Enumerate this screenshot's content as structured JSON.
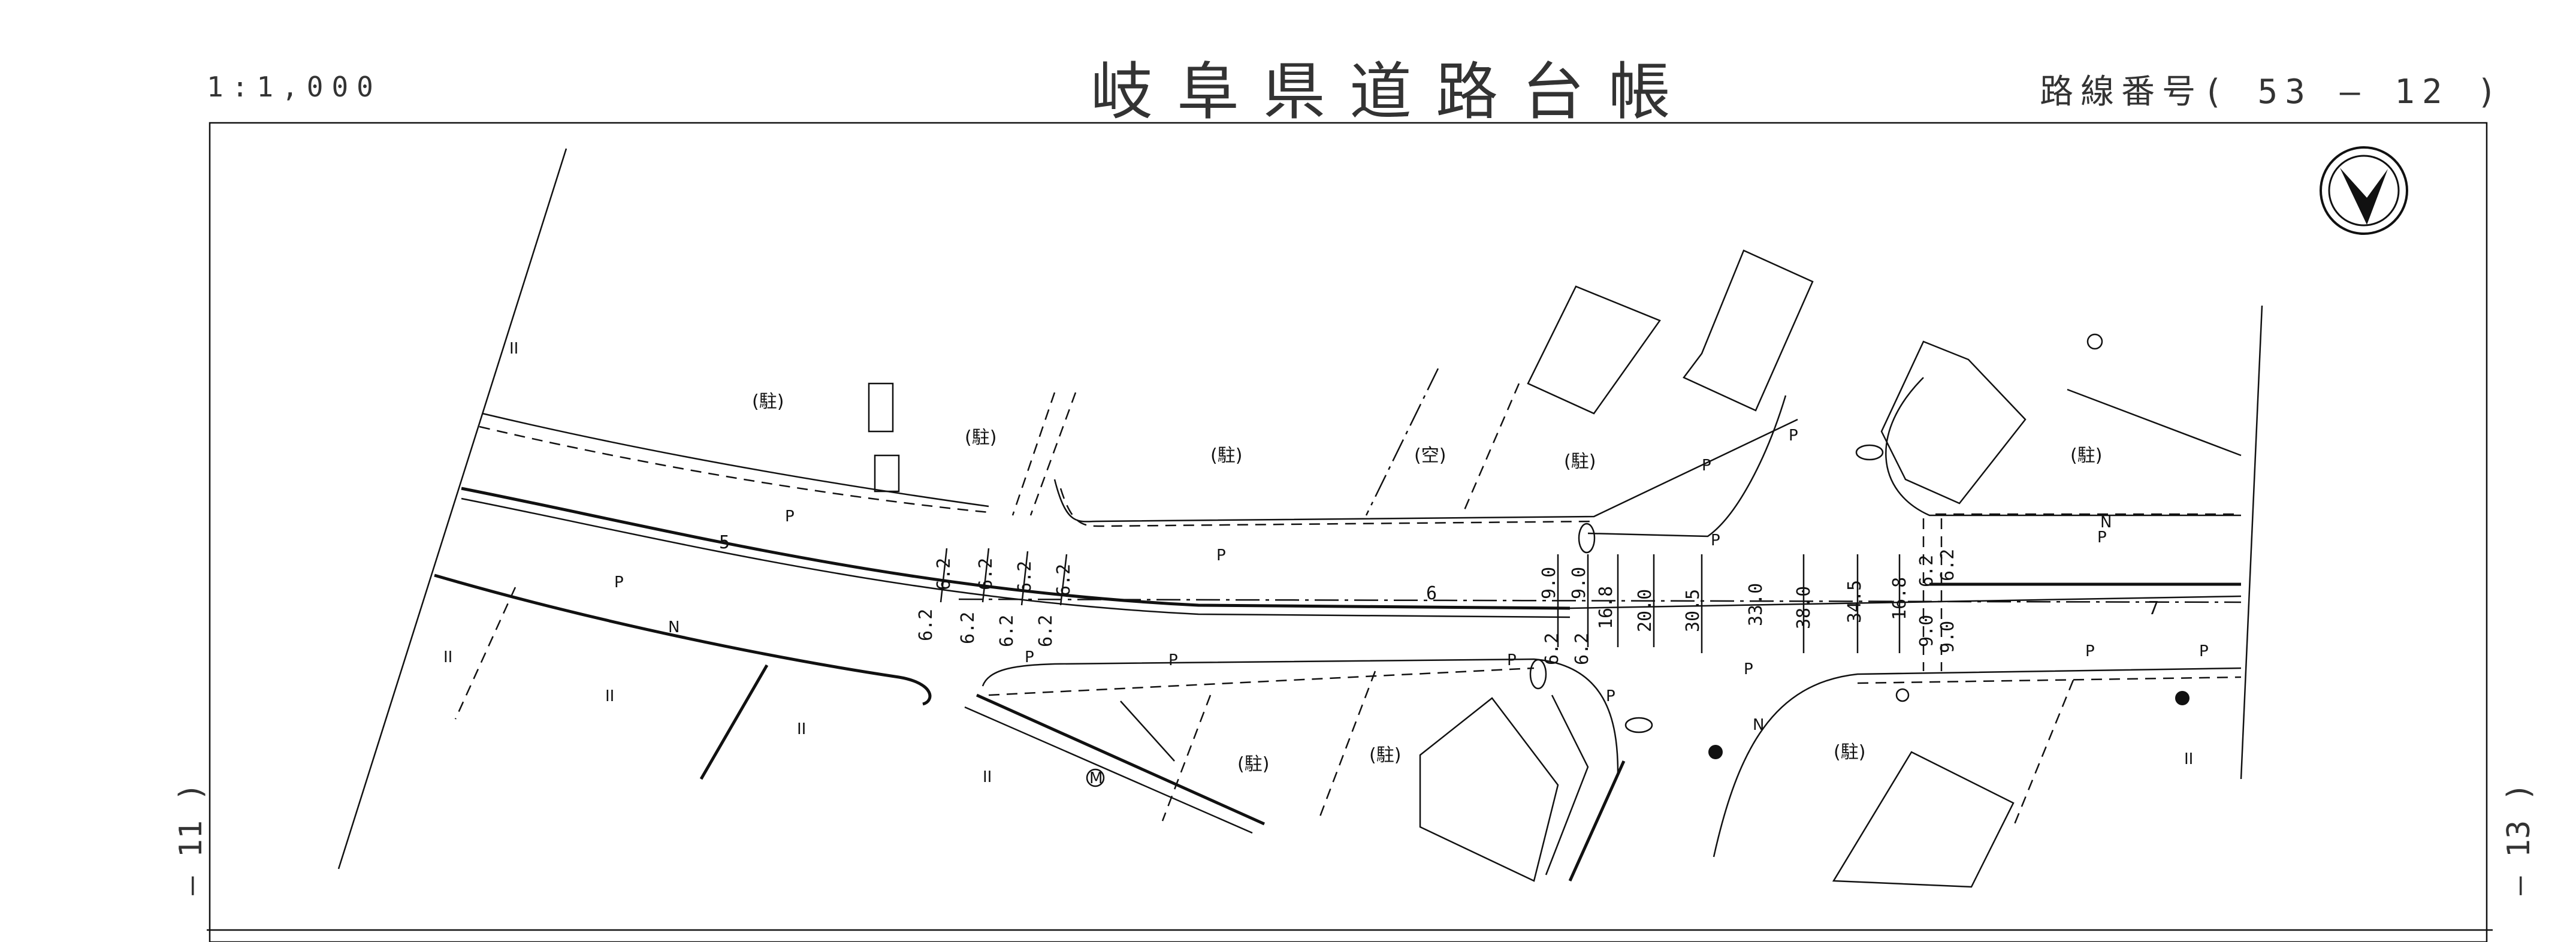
{
  "header": {
    "scale": "1:1,000",
    "title": "岐阜県道路台帳",
    "route_number": "路線番号( 53 — 12 )"
  },
  "sheet_refs": {
    "left": "— 11 )",
    "right": "— 13 )"
  },
  "map": {
    "north_arrow_icon": "north-arrow-icon",
    "parking_label": "(駐)",
    "vacant_label": "(空)",
    "post_marker": "P",
    "marker_N": "N",
    "marker_II": "II",
    "manhole_label": "M",
    "station_labels": [
      "5",
      "6",
      "7"
    ],
    "widths_left": [
      "6.2",
      "6.2",
      "6.2",
      "6.2",
      "6.2",
      "6.2",
      "6.2",
      "6.2"
    ],
    "widths_center": [
      "9.0",
      "9.0",
      "16.8",
      "20.0",
      "30.5",
      "33.0",
      "6.2",
      "6.2"
    ],
    "widths_right": [
      "38.0",
      "34.5",
      "16.8",
      "9.0",
      "9.0",
      "6.2",
      "6.2"
    ]
  }
}
